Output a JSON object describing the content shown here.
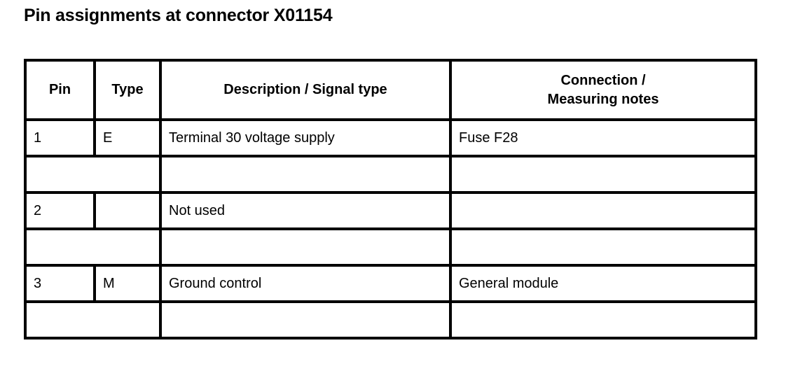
{
  "document": {
    "title": "Pin assignments at connector X01154"
  },
  "table": {
    "headers": [
      {
        "label": "Pin",
        "lines": [
          "Pin"
        ]
      },
      {
        "label": "Type",
        "lines": [
          "Type"
        ]
      },
      {
        "label": "Description / Signal type",
        "lines": [
          "Description / Signal type"
        ]
      },
      {
        "label": "Connection / Measuring notes",
        "lines": [
          "Connection /",
          "Measuring notes"
        ]
      }
    ],
    "rows": [
      {
        "type": "data",
        "pin": "1",
        "signal_type": "E",
        "description": "Terminal 30 voltage supply",
        "connection": "Fuse F28"
      },
      {
        "type": "spacer",
        "pin_type_merged": "",
        "description": "",
        "connection": ""
      },
      {
        "type": "data",
        "pin": "2",
        "signal_type": "",
        "description": "Not used",
        "connection": ""
      },
      {
        "type": "spacer",
        "pin_type_merged": "",
        "description": "",
        "connection": ""
      },
      {
        "type": "data",
        "pin": "3",
        "signal_type": "M",
        "description": "Ground control",
        "connection": "General module"
      },
      {
        "type": "spacer",
        "pin_type_merged": "",
        "description": "",
        "connection": ""
      }
    ]
  },
  "colors": {
    "background": "#ffffff",
    "text": "#000000",
    "border": "#000000"
  }
}
